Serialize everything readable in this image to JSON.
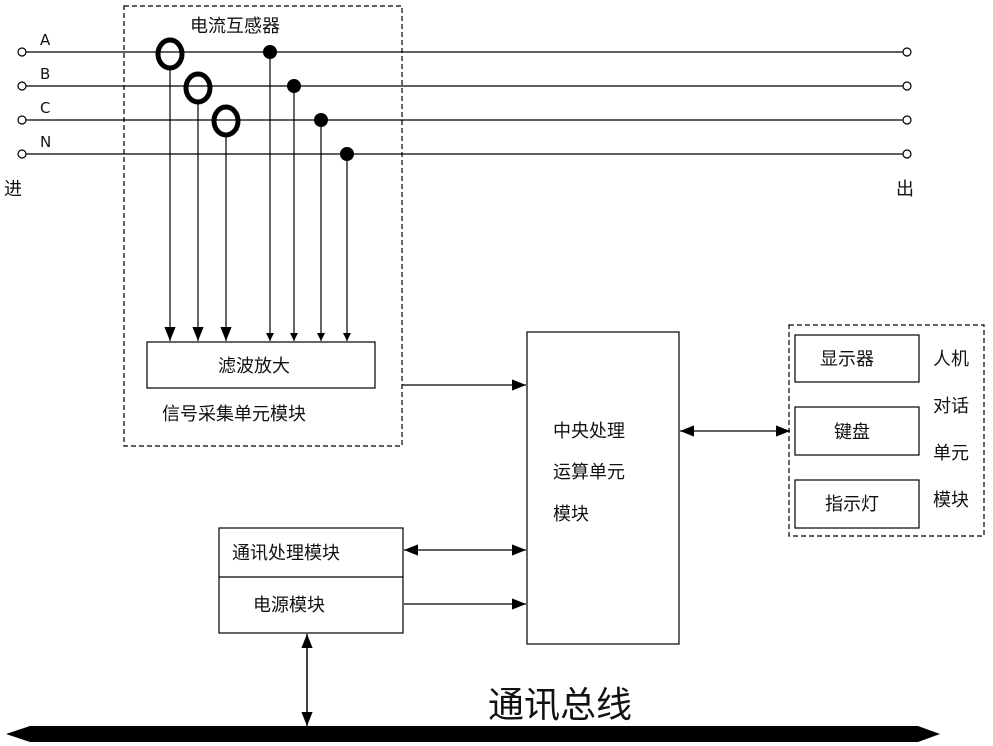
{
  "lines": {
    "a": "A",
    "b": "B",
    "c": "C",
    "n": "N",
    "inlet": "进",
    "outlet": "出"
  },
  "signal_module": {
    "ct_label": "电流互感器",
    "filter_amp": "滤波放大",
    "module_label": "信号采集单元模块"
  },
  "cpu_module": {
    "line1": "中央处理",
    "line2": "运算单元",
    "line3": "模块"
  },
  "hmi_module": {
    "display": "显示器",
    "keyboard": "键盘",
    "indicator": "指示灯",
    "side_chars": [
      "人机",
      "对话",
      "单元",
      "模块"
    ]
  },
  "comm_power": {
    "comm": "通讯处理模块",
    "power": "电源模块"
  },
  "bus": {
    "label": "通讯总线"
  }
}
